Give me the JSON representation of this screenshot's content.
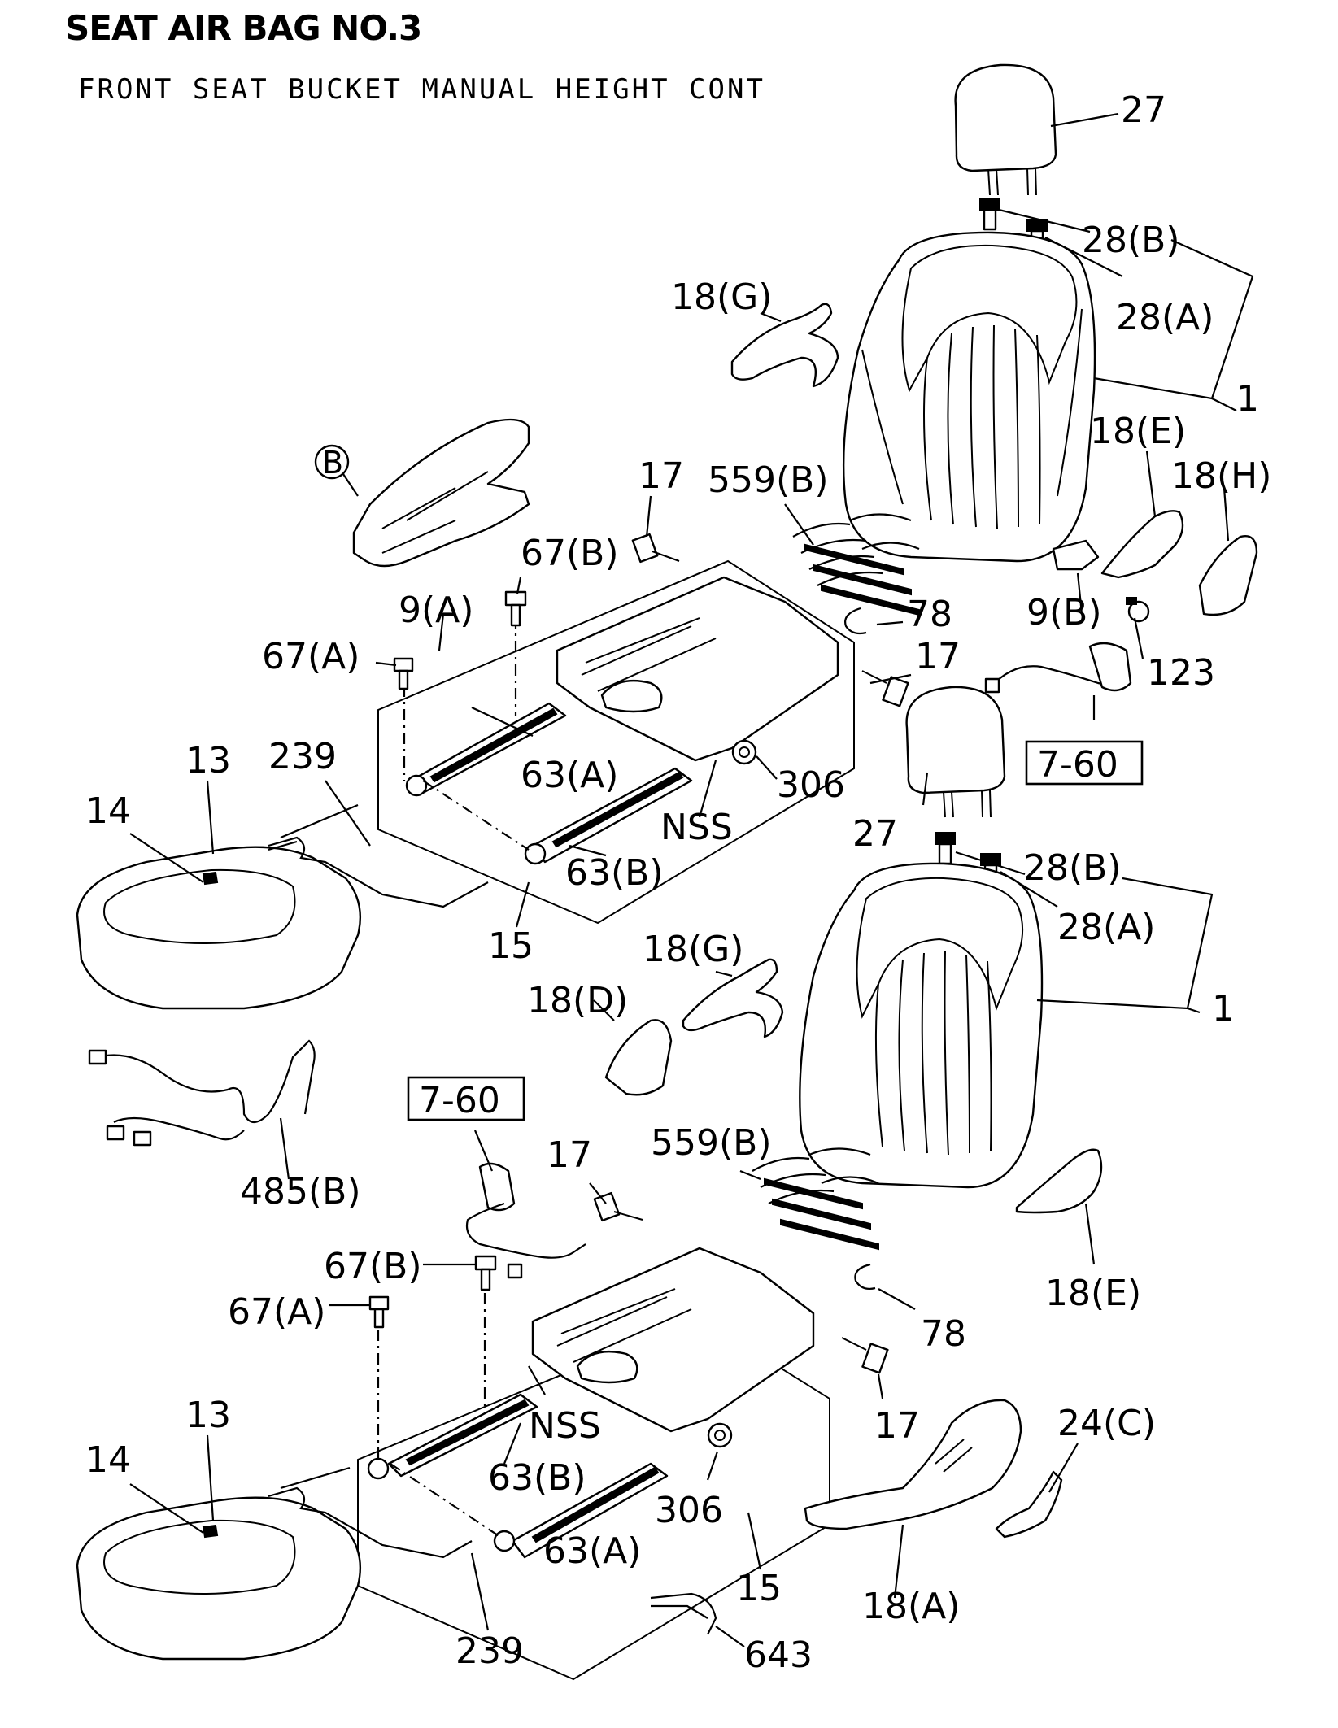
{
  "title": "SEAT AIR BAG NO.3",
  "subtitle": "FRONT SEAT BUCKET MANUAL HEIGHT CONT",
  "callouts": {
    "c27_top": "27",
    "c28b_top": "28(B)",
    "c28a_top": "28(A)",
    "c1_top": "1",
    "c18g_top": "18(G)",
    "cB": "B",
    "c18e_top": "18(E)",
    "c18h": "18(H)",
    "c17_a": "17",
    "c559b_top": "559(B)",
    "c67b_top": "67(B)",
    "c9a": "9(A)",
    "c9b": "9(B)",
    "c78_top": "78",
    "c123": "123",
    "c67a_top": "67(A)",
    "c17_b": "17",
    "c760_top": "7-60",
    "c13_top": "13",
    "c239_top": "239",
    "c63a_top": "63(A)",
    "c306_top": "306",
    "c14_top": "14",
    "cnss_top": "NSS",
    "c63b_top": "63(B)",
    "c27_mid": "27",
    "c28b_mid": "28(B)",
    "c28a_mid": "28(A)",
    "c15_top": "15",
    "c18g_mid": "18(G)",
    "c1_mid": "1",
    "c18d": "18(D)",
    "c485b": "485(B)",
    "c760_bot": "7-60",
    "c17_c": "17",
    "c559b_bot": "559(B)",
    "c67b_bot": "67(B)",
    "c67a_bot": "67(A)",
    "c18e_bot": "18(E)",
    "c78_bot": "78",
    "cnss_bot": "NSS",
    "c17_d": "17",
    "c13_bot": "13",
    "c24c": "24(C)",
    "c63b_bot": "63(B)",
    "c14_bot": "14",
    "c306_bot": "306",
    "c63a_bot": "63(A)",
    "c15_bot": "15",
    "c239_bot": "239",
    "c18a": "18(A)",
    "c643": "643"
  }
}
